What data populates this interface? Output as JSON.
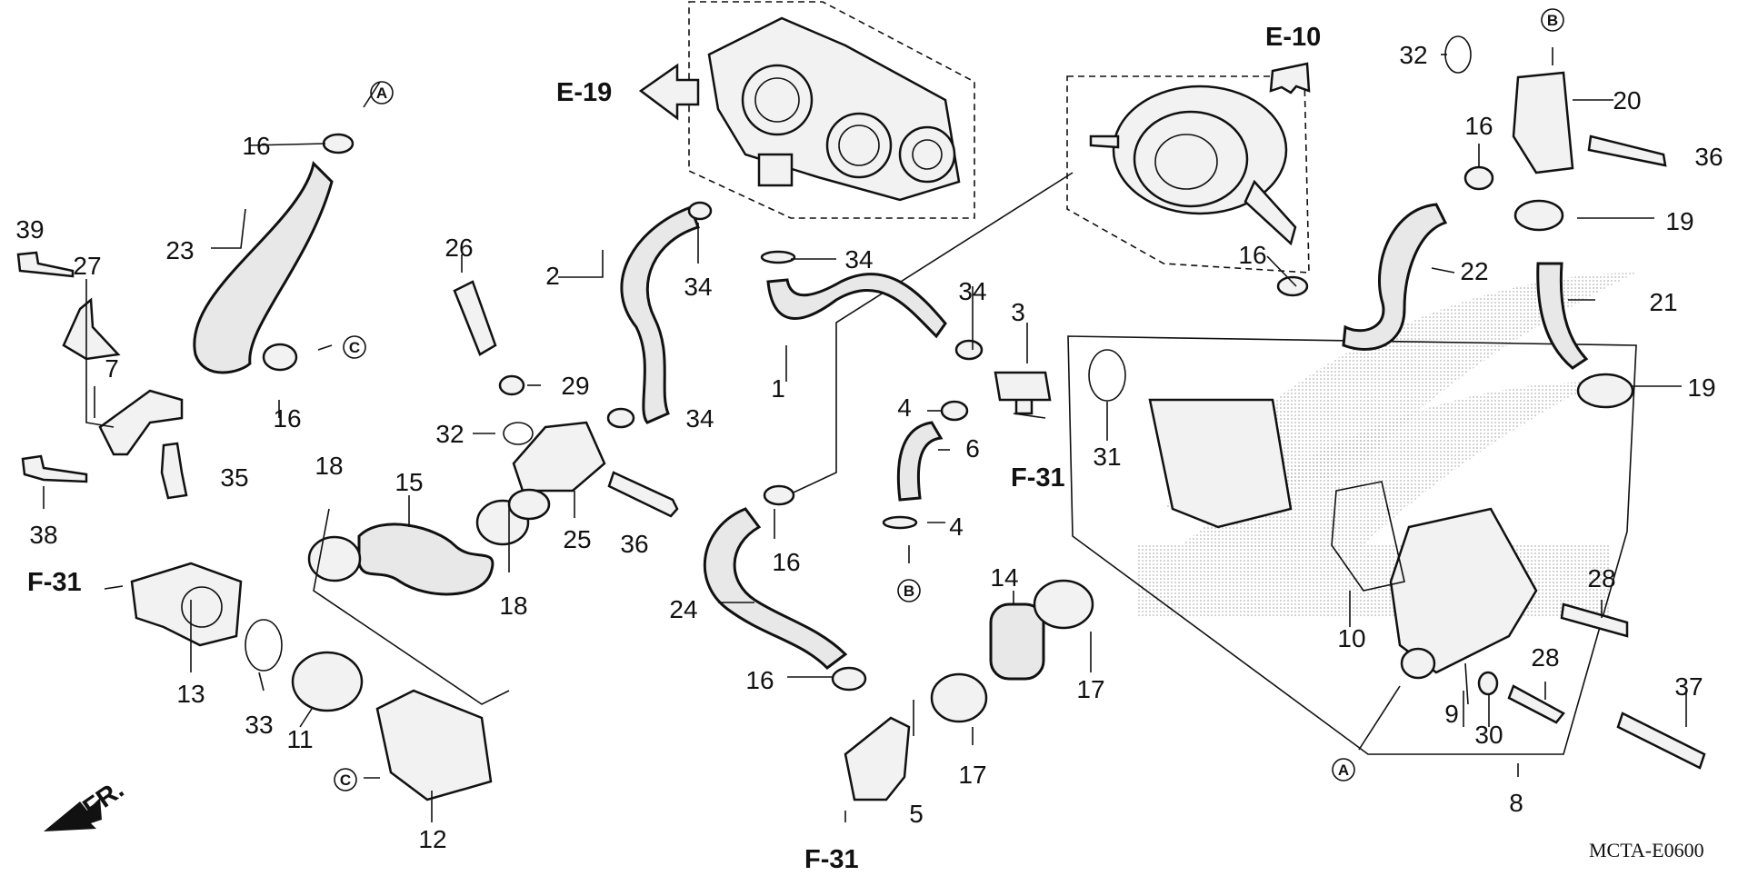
{
  "ref_diagram": {
    "sections": {
      "e19": "E-19",
      "e10": "E-10",
      "f31_left": "F-31",
      "f31_mid": "F-31",
      "f31_bottom": "F-31"
    },
    "connectors": {
      "a": "A",
      "b": "B",
      "c": "C"
    },
    "front_marker": "FR.",
    "diagram_code": "MCTA-E0600",
    "callouts": {
      "n1": "1",
      "n2": "2",
      "n3": "3",
      "n4a": "4",
      "n4b": "4",
      "n5": "5",
      "n6": "6",
      "n7": "7",
      "n8": "8",
      "n9": "9",
      "n10": "10",
      "n11": "11",
      "n12": "12",
      "n13": "13",
      "n14": "14",
      "n15": "15",
      "n16a": "16",
      "n16b": "16",
      "n16c": "16",
      "n16d": "16",
      "n16e": "16",
      "n16f": "16",
      "n17a": "17",
      "n17b": "17",
      "n18a": "18",
      "n18b": "18",
      "n19a": "19",
      "n19b": "19",
      "n20": "20",
      "n21": "21",
      "n22": "22",
      "n23": "23",
      "n24": "24",
      "n25": "25",
      "n26": "26",
      "n27": "27",
      "n28a": "28",
      "n28b": "28",
      "n29": "29",
      "n30": "30",
      "n31": "31",
      "n32a": "32",
      "n32b": "32",
      "n33": "33",
      "n34a": "34",
      "n34b": "34",
      "n34c": "34",
      "n34d": "34",
      "n35": "35",
      "n36a": "36",
      "n36b": "36",
      "n37": "37",
      "n38": "38",
      "n39": "39"
    }
  }
}
